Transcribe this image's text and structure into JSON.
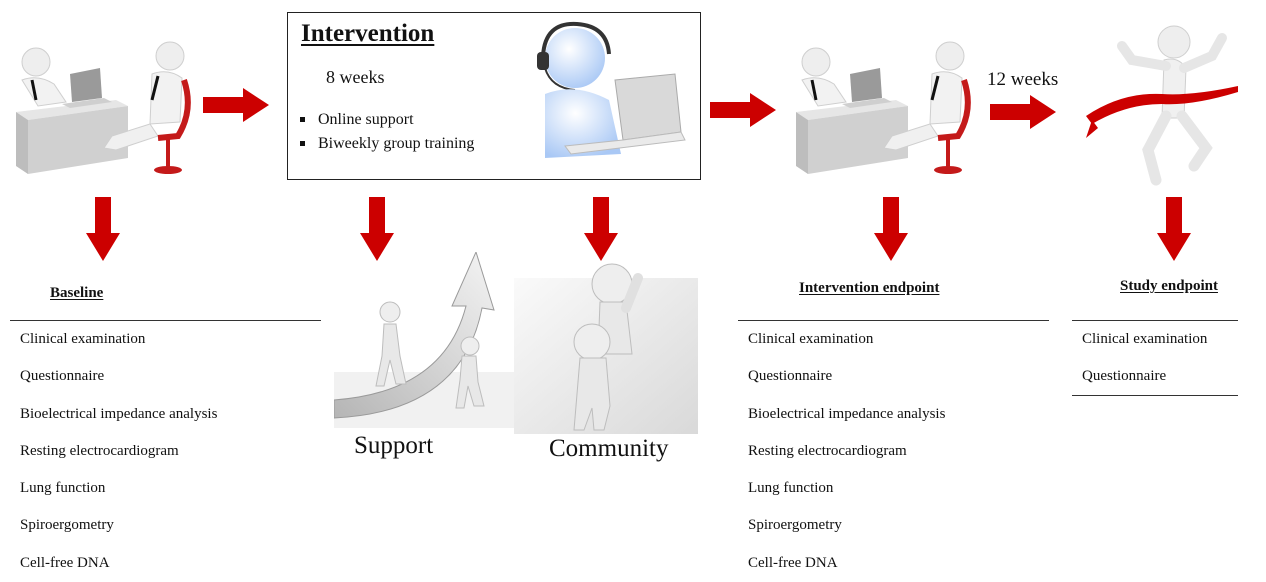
{
  "intervention": {
    "title": "Intervention",
    "duration": "8 weeks",
    "bullets": [
      "Online support",
      "Biweekly group training"
    ]
  },
  "followup": {
    "duration": "12 weeks"
  },
  "baseline": {
    "title": "Baseline",
    "items": [
      "Clinical examination",
      "Questionnaire",
      "Bioelectrical impedance analysis",
      "Resting electrocardiogram",
      "Lung function",
      "Spiroergometry",
      "Cell-free DNA"
    ]
  },
  "intervention_endpoint": {
    "title": "Intervention endpoint",
    "items": [
      "Clinical examination",
      "Questionnaire",
      "Bioelectrical impedance analysis",
      "Resting electrocardiogram",
      "Lung function",
      "Spiroergometry",
      "Cell-free DNA"
    ]
  },
  "study_endpoint": {
    "title": "Study endpoint",
    "items": [
      "Clinical examination",
      "Questionnaire"
    ]
  },
  "captions": {
    "support": "Support",
    "community": "Community"
  },
  "colors": {
    "arrow": "#cc0000",
    "figure": "#e9e9e9",
    "desk": "#d6d6d6",
    "chair": "#c41a1a"
  },
  "icons": [
    "consultation-figure",
    "headset-operator-figure",
    "support-arrow-figure",
    "community-climb-figure",
    "finish-line-runner-figure"
  ]
}
